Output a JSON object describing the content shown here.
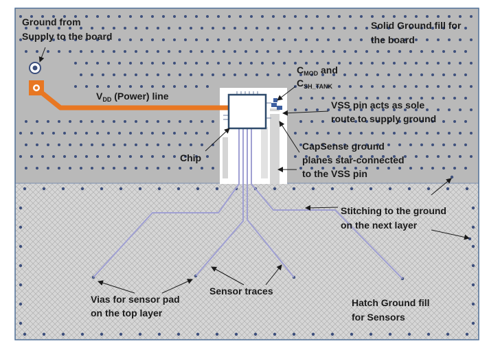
{
  "colors": {
    "solid_fill": "#b9b9b9",
    "hatch_fill": "#d3d3d3",
    "hatch_line": "#a9a9a9",
    "via": "#3d4f7c",
    "power_trace": "#e87722",
    "sensor_trace": "#9f9fd2",
    "chip_border": "#2e4a6b",
    "border": "#4f6f96",
    "text": "#1a1a1a"
  },
  "labels": {
    "ground_from_supply_1": "Ground from",
    "ground_from_supply_2": "Supply to the board",
    "solid_fill_1": "Solid Ground fill for",
    "solid_fill_2": "the board",
    "cmod_c": "C",
    "cmod_sub": "MOD",
    "cmod_and": " and",
    "csh_c": "C",
    "csh_sub": "SH_TANK",
    "vdd_v": "V",
    "vdd_sub": "DD",
    "vdd_rest": " (Power) line",
    "vss_1": "VSS pin acts as sole",
    "vss_2": "route to supply ground",
    "capsense_1": "CapSense ground",
    "capsense_2": "planes star-connected",
    "capsense_3": "to the VSS pin",
    "chip": "Chip",
    "stitching_1": "Stitching to the ground",
    "stitching_2": "on the next layer",
    "vias_1": "Vias for sensor pad",
    "vias_2": "on the top layer",
    "sensor_traces": "Sensor traces",
    "hatch_1": "Hatch Ground fill",
    "hatch_2": "for Sensors"
  },
  "icons": [
    "via-icon",
    "arrow-icon",
    "pad-icon",
    "chip-icon",
    "capacitor-icon"
  ]
}
